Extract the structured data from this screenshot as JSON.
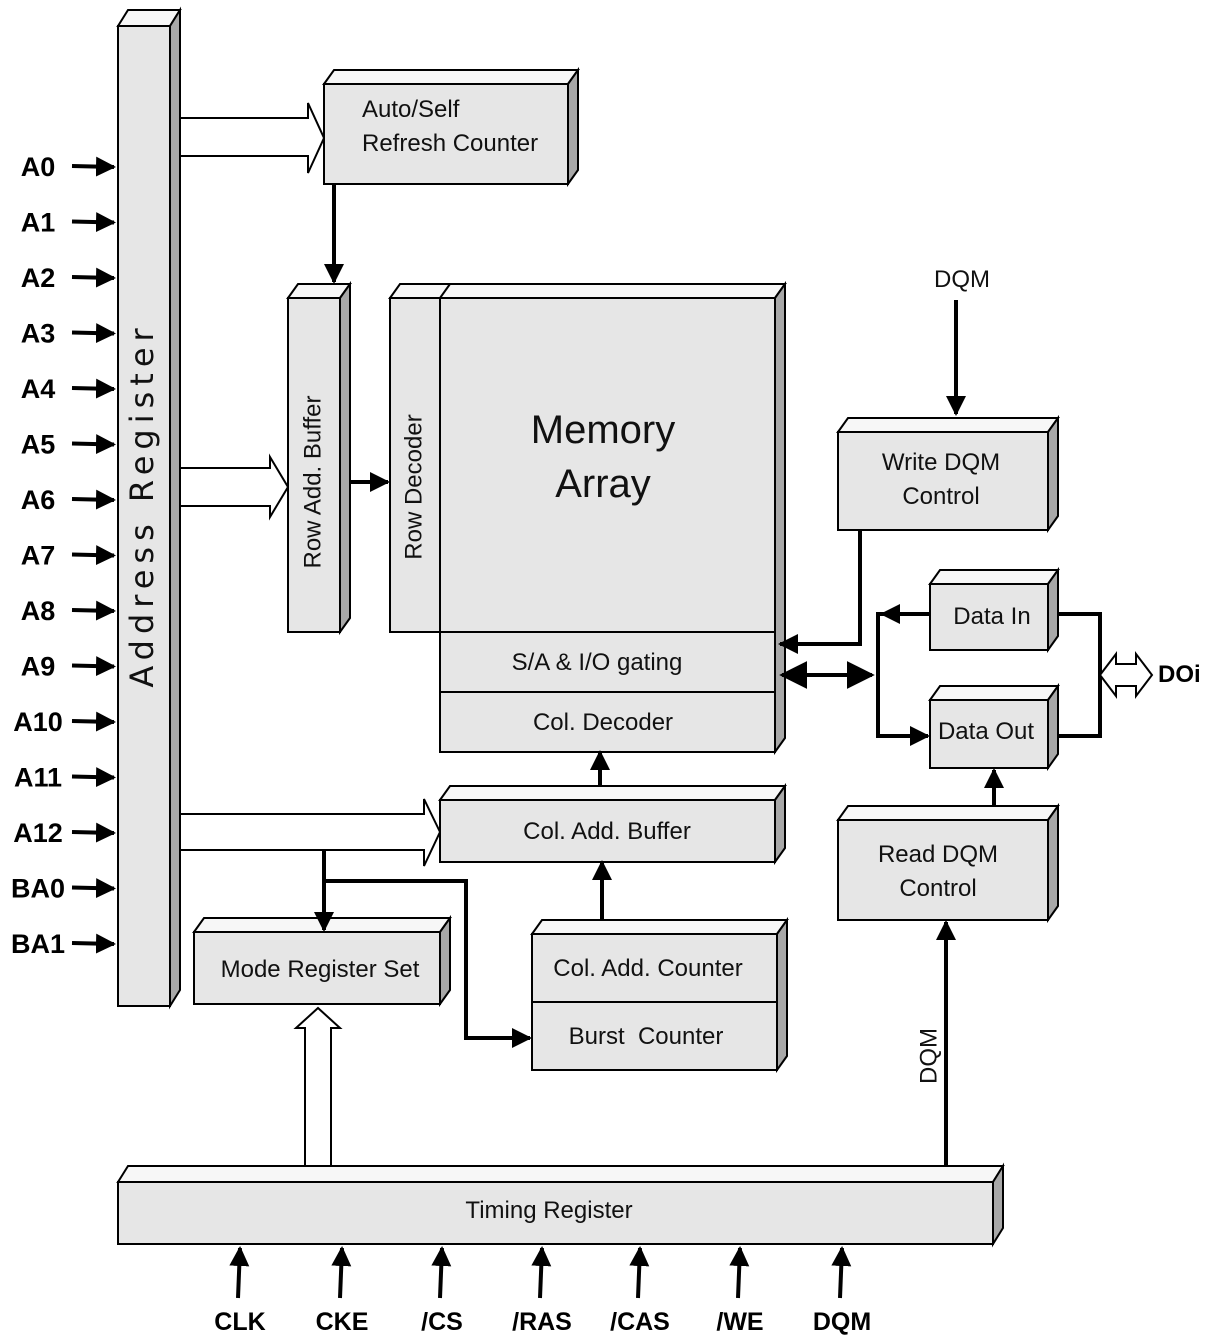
{
  "address_pins": [
    "A0",
    "A1",
    "A2",
    "A3",
    "A4",
    "A5",
    "A6",
    "A7",
    "A8",
    "A9",
    "A10",
    "A11",
    "A12",
    "BA0",
    "BA1"
  ],
  "control_pins": [
    "CLK",
    "CKE",
    "/CS",
    "/RAS",
    "/CAS",
    "/WE",
    "DQM"
  ],
  "blocks": {
    "address_register": "Address Register",
    "refresh_counter_line1": "Auto/Self",
    "refresh_counter_line2": "Refresh Counter",
    "row_add_buffer": "Row Add. Buffer",
    "row_decoder": "Row Decoder",
    "memory_array_line1": "Memory",
    "memory_array_line2": "Array",
    "sa_io_gating": "S/A & I/O gating",
    "col_decoder": "Col. Decoder",
    "col_add_buffer": "Col. Add. Buffer",
    "col_add_counter": "Col. Add. Counter",
    "burst_counter": "Burst  Counter",
    "mode_register_set": "Mode Register Set",
    "write_dqm_line1": "Write DQM",
    "write_dqm_line2": "Control",
    "read_dqm_line1": "Read DQM",
    "read_dqm_line2": "Control",
    "data_in": "Data In",
    "data_out": "Data Out",
    "timing_register": "Timing Register"
  },
  "signals": {
    "dqm_top": "DQM",
    "dqm_vertical": "DQM",
    "doi": "DOi"
  }
}
